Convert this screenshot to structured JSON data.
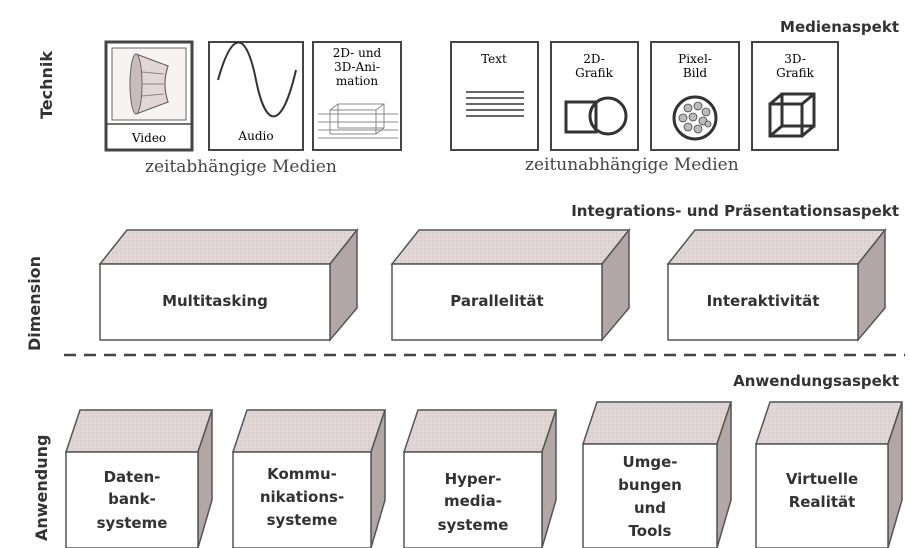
{
  "side_labels": {
    "technik": "Technik",
    "dimension": "Dimension",
    "anwendung": "Anwendung"
  },
  "aspects": {
    "medien": "Medienaspekt",
    "integration": "Integrations- und Präsentationsaspekt",
    "anwendung": "Anwendungsaspekt"
  },
  "media_groups": {
    "time_dependent": "zeitabhängige Medien",
    "time_independent": "zeitunabhängige Medien"
  },
  "media_icons": {
    "video": "Video",
    "audio": "Audio",
    "animation": [
      "2D- und",
      "3D-Ani-",
      "mation"
    ],
    "text": "Text",
    "grafik2d": [
      "2D-",
      "Grafik"
    ],
    "pixelbild": [
      "Pixel-",
      "Bild"
    ],
    "grafik3d": [
      "3D-",
      "Grafik"
    ]
  },
  "dimension_boxes": [
    "Multitasking",
    "Parallelität",
    "Interaktivität"
  ],
  "application_boxes": [
    [
      "Daten-",
      "bank-",
      "systeme"
    ],
    [
      "Kommu-",
      "nikations-",
      "systeme"
    ],
    [
      "Hyper-",
      "media-",
      "systeme"
    ],
    [
      "Umge-",
      "bungen",
      "und",
      "Tools"
    ],
    [
      "Virtuelle",
      "Realität"
    ]
  ]
}
